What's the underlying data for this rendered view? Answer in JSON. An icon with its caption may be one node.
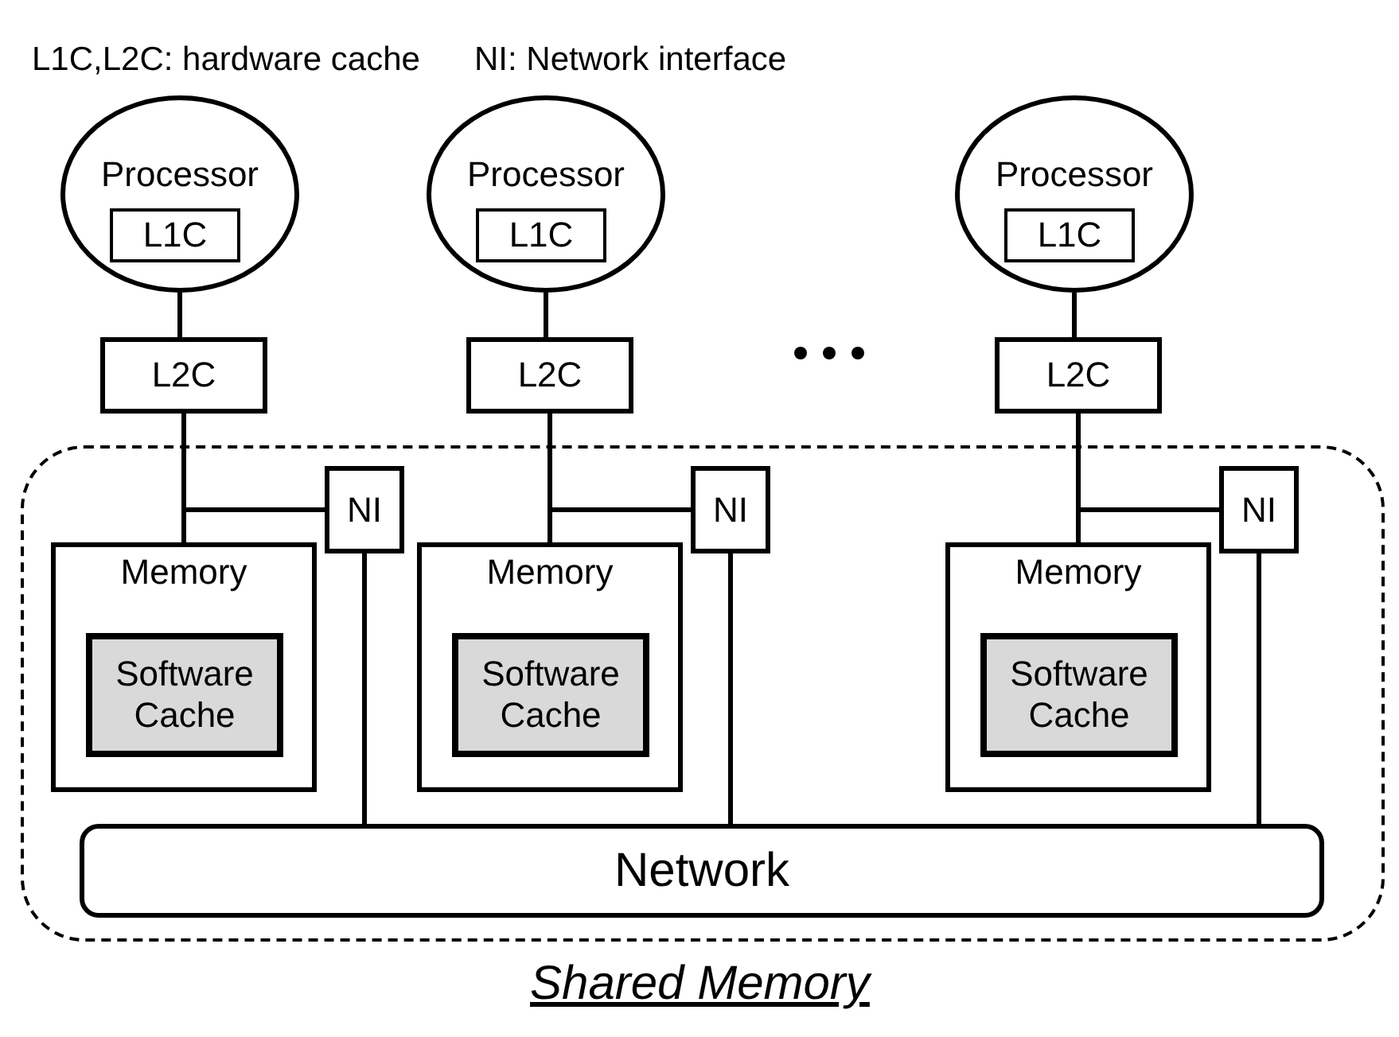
{
  "diagram": {
    "nodes": [
      {
        "text": [
          "Shared Memory"
        ]
      },
      {
        "text": [
          "Processor"
        ]
      },
      {
        "text": [
          "L1C"
        ],
        "in": 1
      },
      {
        "text": [
          "L2C"
        ]
      },
      {
        "text": [
          "NI"
        ],
        "in": 0
      },
      {
        "text": [
          "Memory"
        ],
        "in": 0
      },
      {
        "text": [
          "Software Cache"
        ],
        "in": 5
      },
      {
        "text": [
          "Processor"
        ]
      },
      {
        "text": [
          "L1C"
        ],
        "in": 7
      },
      {
        "text": [
          "L2C"
        ]
      },
      {
        "text": [
          "NI"
        ],
        "in": 0
      },
      {
        "text": [
          "Memory"
        ],
        "in": 0
      },
      {
        "text": [
          "Software Cache"
        ],
        "in": 11
      },
      {
        "text": [
          "Processor"
        ]
      },
      {
        "text": [
          "L1C"
        ],
        "in": 13
      },
      {
        "text": [
          "L2C"
        ]
      },
      {
        "text": [
          "NI"
        ],
        "in": 0
      },
      {
        "text": [
          "Memory"
        ],
        "in": 0
      },
      {
        "text": [
          "Software Cache"
        ],
        "in": 17
      },
      {
        "text": [
          "Network"
        ],
        "in": 0
      }
    ],
    "edges": [
      {
        "from": 1,
        "to": 3,
        "arrow": "none"
      },
      {
        "from": 3,
        "to": 5,
        "arrow": "none"
      },
      {
        "from": 3,
        "to": 4,
        "arrow": "none"
      },
      {
        "from": 4,
        "to": 19,
        "arrow": "none"
      },
      {
        "from": 7,
        "to": 9,
        "arrow": "none"
      },
      {
        "from": 9,
        "to": 11,
        "arrow": "none"
      },
      {
        "from": 9,
        "to": 10,
        "arrow": "none"
      },
      {
        "from": 10,
        "to": 19,
        "arrow": "none"
      },
      {
        "from": 13,
        "to": 15,
        "arrow": "none"
      },
      {
        "from": 15,
        "to": 17,
        "arrow": "none"
      },
      {
        "from": 15,
        "to": 16,
        "arrow": "none"
      },
      {
        "from": 16,
        "to": 19,
        "arrow": "none"
      }
    ],
    "labels": [
      "L1C,L2C: hardware cache",
      "NI: Network interface"
    ]
  }
}
